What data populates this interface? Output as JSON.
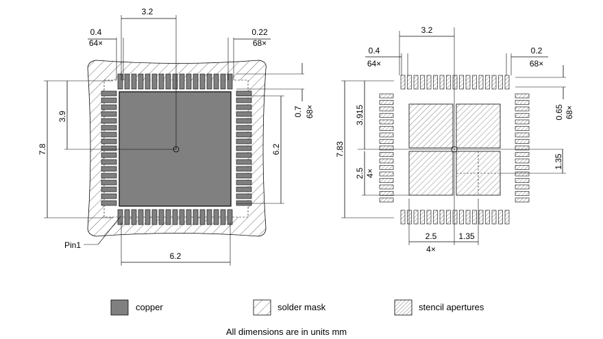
{
  "left_view": {
    "pitch": {
      "value": "3.2"
    },
    "pad_width_top": {
      "value": "0.4",
      "count": "64×"
    },
    "pad_gap_top": {
      "value": "0.22",
      "count": "68×"
    },
    "pad_height_right": {
      "value": "0.7",
      "count": "68×"
    },
    "half_height": {
      "value": "3.9"
    },
    "full_height": {
      "value": "7.8"
    },
    "inner_height": {
      "value": "6.2"
    },
    "inner_width": {
      "value": "6.2"
    },
    "pin1_label": "Pin1"
  },
  "right_view": {
    "pitch": {
      "value": "3.2"
    },
    "pad_width_top": {
      "value": "0.4",
      "count": "64×"
    },
    "pad_gap_top": {
      "value": "0.2",
      "count": "68×"
    },
    "pad_height_right": {
      "value": "0.65",
      "count": "68×"
    },
    "half_height": {
      "value": "3.915"
    },
    "full_height": {
      "value": "7.83"
    },
    "aperture_pitch_left": {
      "value": "2.5",
      "count": "4×"
    },
    "aperture_size_right": {
      "value": "1.35"
    },
    "aperture_pitch_bottom": {
      "value": "2.5",
      "count": "4×"
    },
    "aperture_size_bottom": {
      "value": "1.35"
    }
  },
  "legend": {
    "copper": "copper",
    "solder_mask": "solder mask",
    "stencil": "stencil apertures"
  },
  "footer": "All dimensions are in units mm",
  "colors": {
    "copper": "#808080",
    "line": "#000000"
  }
}
